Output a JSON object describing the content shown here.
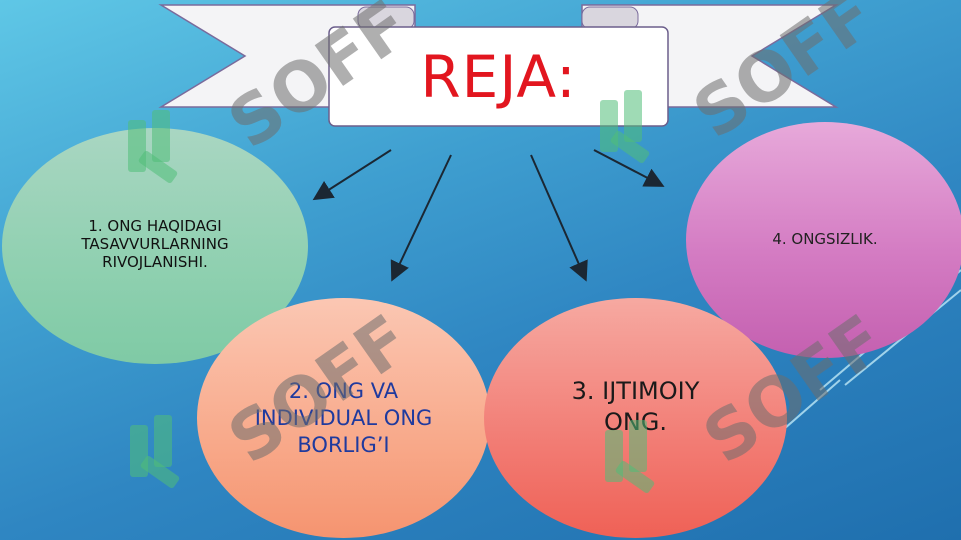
{
  "slide": {
    "title": "REJA:",
    "items": [
      {
        "text": "1. ONG HAQIDAGI TASAVVURLARNING RIVOJLANISHI."
      },
      {
        "text": "2. ONG VA INDIVIDUAL ONG BORLIG’I"
      },
      {
        "text": "3. IJTIMOIY ONG."
      },
      {
        "text": "4. ONGSIZLIK."
      }
    ]
  },
  "watermark": {
    "text": "SOFF",
    "color": "#6e6e6e"
  },
  "colors": {
    "title": "#e2161f",
    "item1": "#8fd0b0",
    "item2": "#f8a98a",
    "item3": "#f27c74",
    "item4": "#d47cc3",
    "background": "#3f9fd0"
  }
}
